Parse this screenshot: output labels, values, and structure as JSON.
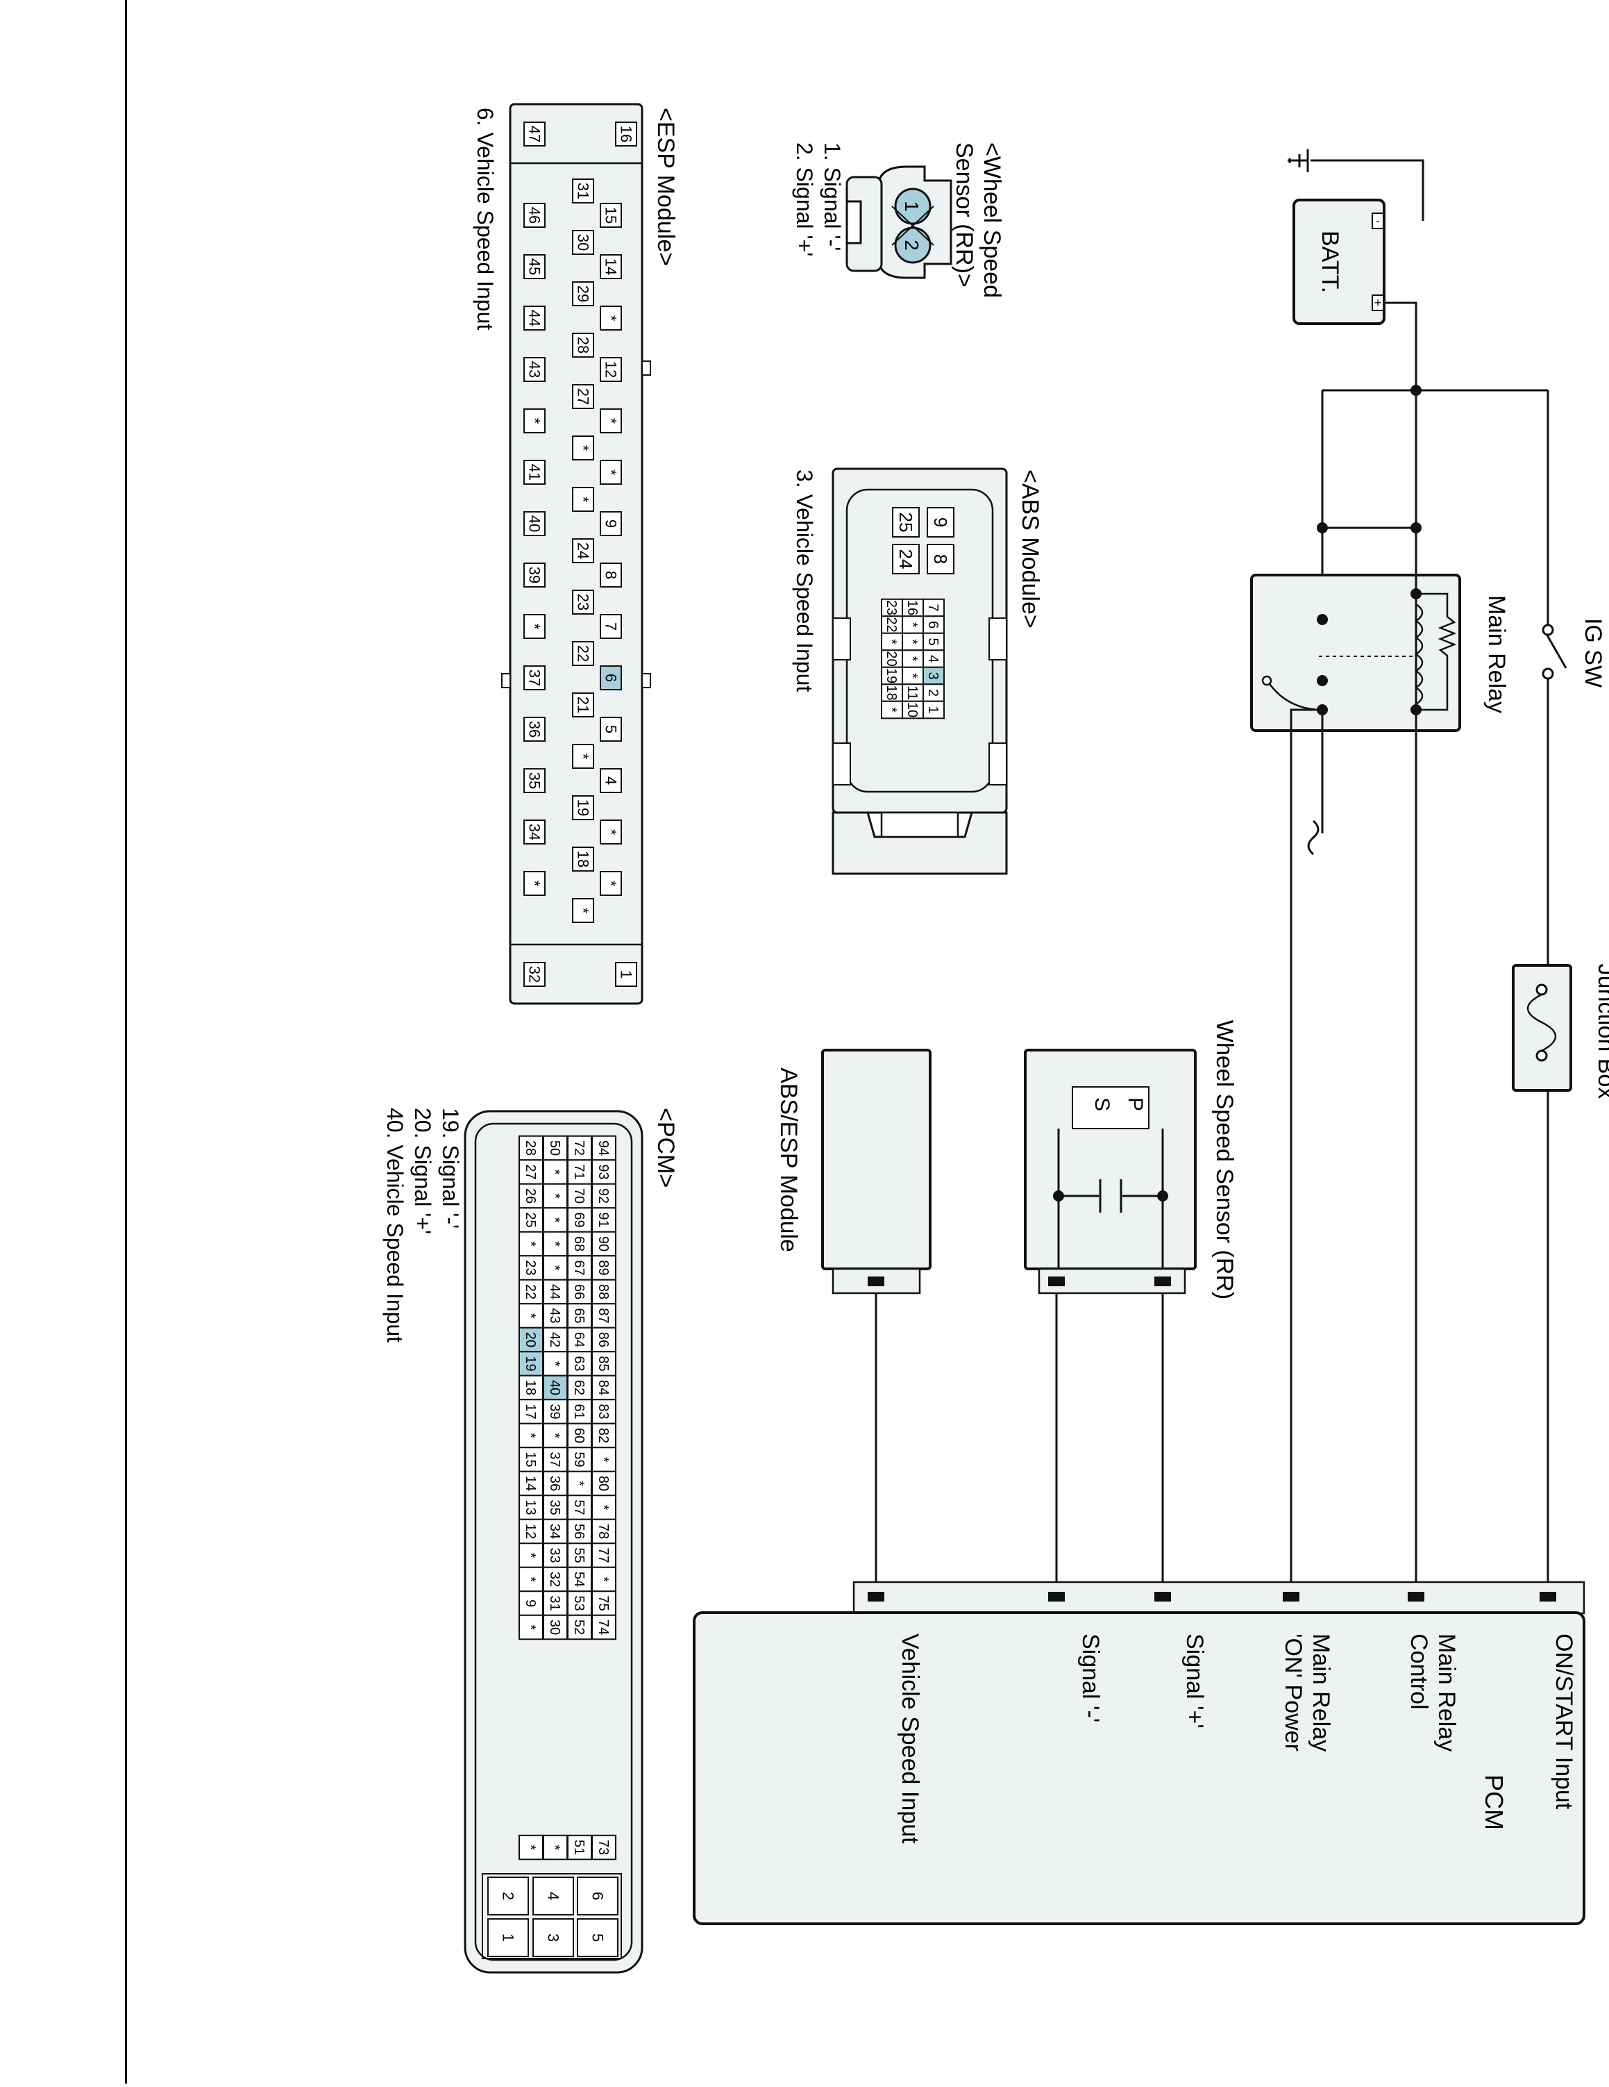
{
  "components": {
    "batt": "BATT.",
    "batt_minus": "-",
    "batt_plus": "+",
    "ig_sw": "IG SW",
    "main_relay": "Main Relay",
    "junction_box": "Junction Box",
    "wheel_speed_sensor": "Wheel Speed Sensor (RR)",
    "wss_p": "P",
    "wss_s": "S",
    "abs_esp_module": "ABS/ESP Module",
    "pcm": "PCM"
  },
  "pcm_pins": [
    {
      "label": "ON/START Input"
    },
    {
      "label": "Main Relay",
      "label2": "Control"
    },
    {
      "label": "Main Relay",
      "label2": "'ON' Power"
    },
    {
      "label": "Signal '+'"
    },
    {
      "label": "Signal '-'"
    },
    {
      "label": "Vehicle Speed Input"
    }
  ],
  "connectors": {
    "wss": {
      "title": "<Wheel Speed",
      "title2": "Sensor (RR)>",
      "pins": [
        "1",
        "2"
      ],
      "legend": [
        "1. Signal '-'",
        "2. Signal '+'"
      ]
    },
    "abs": {
      "title": "<ABS Module>",
      "big": [
        [
          "9",
          "8"
        ],
        [
          "25",
          "24"
        ]
      ],
      "rows": [
        [
          "7",
          "6",
          "5",
          "4",
          "3",
          "2",
          "1"
        ],
        [
          "16",
          "*",
          "*",
          "*",
          "*",
          "11",
          "10"
        ],
        [
          "23",
          "22",
          "*",
          "20",
          "19",
          "18",
          "*"
        ]
      ],
      "highlight": "3",
      "legend": [
        "3. Vehicle Speed Input"
      ]
    },
    "esp": {
      "title": "<ESP Module>",
      "corners": {
        "top_left": "16",
        "top_right": "1",
        "bottom_left": "47",
        "bottom_right": "32"
      },
      "row1": [
        "15",
        "14",
        "*",
        "12",
        "*",
        "*",
        "9",
        "8",
        "7",
        "6",
        "5",
        "4",
        "*",
        "*"
      ],
      "row2": [
        "31",
        "30",
        "29",
        "28",
        "27",
        "*",
        "*",
        "24",
        "23",
        "22",
        "21",
        "*",
        "19",
        "18",
        "*"
      ],
      "row3": [
        "46",
        "45",
        "44",
        "43",
        "*",
        "41",
        "40",
        "39",
        "*",
        "37",
        "36",
        "35",
        "34",
        "*"
      ],
      "highlight": "6",
      "legend": [
        "6. Vehicle Speed Input"
      ]
    },
    "pcm": {
      "title": "<PCM>",
      "grid": [
        [
          "94",
          "93",
          "92",
          "91",
          "90",
          "89",
          "88",
          "87",
          "86",
          "85",
          "84",
          "83",
          "82",
          "*",
          "80",
          "*",
          "78",
          "77",
          "*",
          "75",
          "74",
          "73"
        ],
        [
          "72",
          "71",
          "70",
          "69",
          "68",
          "67",
          "66",
          "65",
          "64",
          "63",
          "62",
          "61",
          "60",
          "59",
          "*",
          "57",
          "56",
          "55",
          "54",
          "53",
          "52",
          "51"
        ],
        [
          "50",
          "*",
          "*",
          "*",
          "*",
          "*",
          "44",
          "43",
          "42",
          "*",
          "40",
          "39",
          "*",
          "37",
          "36",
          "35",
          "34",
          "33",
          "32",
          "31",
          "30",
          "*"
        ],
        [
          "28",
          "27",
          "26",
          "25",
          "*",
          "23",
          "22",
          "*",
          "20",
          "19",
          "18",
          "17",
          "*",
          "15",
          "14",
          "13",
          "12",
          "*",
          "*",
          "9",
          "*",
          "*"
        ]
      ],
      "small": [
        [
          "6",
          "5"
        ],
        [
          "4",
          "3"
        ],
        [
          "2",
          "1"
        ]
      ],
      "highlights": [
        "20",
        "19",
        "40"
      ],
      "legend": [
        "19. Signal '-'",
        "20. Signal '+'",
        "40. Vehicle Speed Input"
      ]
    }
  }
}
